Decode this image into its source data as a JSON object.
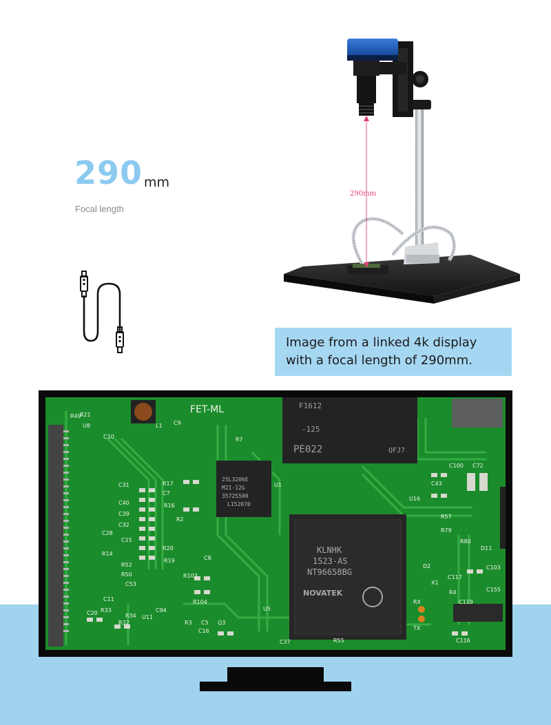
{
  "focal": {
    "value": "290",
    "unit": "mm",
    "caption": "Focal length"
  },
  "photo": {
    "distance_label": "290mm"
  },
  "callout": {
    "line1": "Image from a linked 4k display",
    "line2": "with a focal length of 290mm."
  },
  "pcb": {
    "chip_main_brand": "NOVATEK",
    "chip_main_model": "NT96658BG",
    "chip_main_code1": "1523-AS",
    "chip_main_code2": "KLNHK",
    "flash_line1": "25L3206E",
    "flash_line2": "M2I-12G",
    "flash_line3": "3572S500",
    "flash_line4": "L152070",
    "ram_line1": "PE022",
    "ram_line2": "-125",
    "ram_line3": "F1612",
    "ram_line4": "QFJ7",
    "silk_fet": "FET-ML",
    "labels": [
      "U8",
      "R49",
      "R21",
      "C10",
      "L1",
      "C9",
      "R7",
      "U1",
      "C31",
      "R17",
      "C7",
      "C40",
      "R16",
      "C39",
      "R2",
      "C32",
      "C28",
      "R14",
      "C15",
      "R20",
      "R52",
      "R50",
      "R19",
      "C8",
      "R103",
      "C53",
      "C11",
      "R104",
      "R33",
      "C94",
      "C20",
      "R34",
      "U11",
      "R32",
      "U5",
      "C16",
      "R3",
      "C5",
      "Q3",
      "R55",
      "C37",
      "U16",
      "C43",
      "C100",
      "C72",
      "R57",
      "R79",
      "R80",
      "D11",
      "D2",
      "C103",
      "C117",
      "X1",
      "R4",
      "RX",
      "TX",
      "C155",
      "C119",
      "C116"
    ],
    "colors": {
      "board": "#1b8c2c",
      "trace": "#39b546",
      "pad": "#d7d9cf",
      "chip": "#2a2a2a",
      "silk": "#f1f4ea"
    }
  },
  "colors": {
    "accent": "#8ccaf0",
    "band": "#9fd3ee",
    "callout": "#a6d7f2",
    "frame": "#0a0a0a",
    "measure_line": "#e0407a"
  }
}
